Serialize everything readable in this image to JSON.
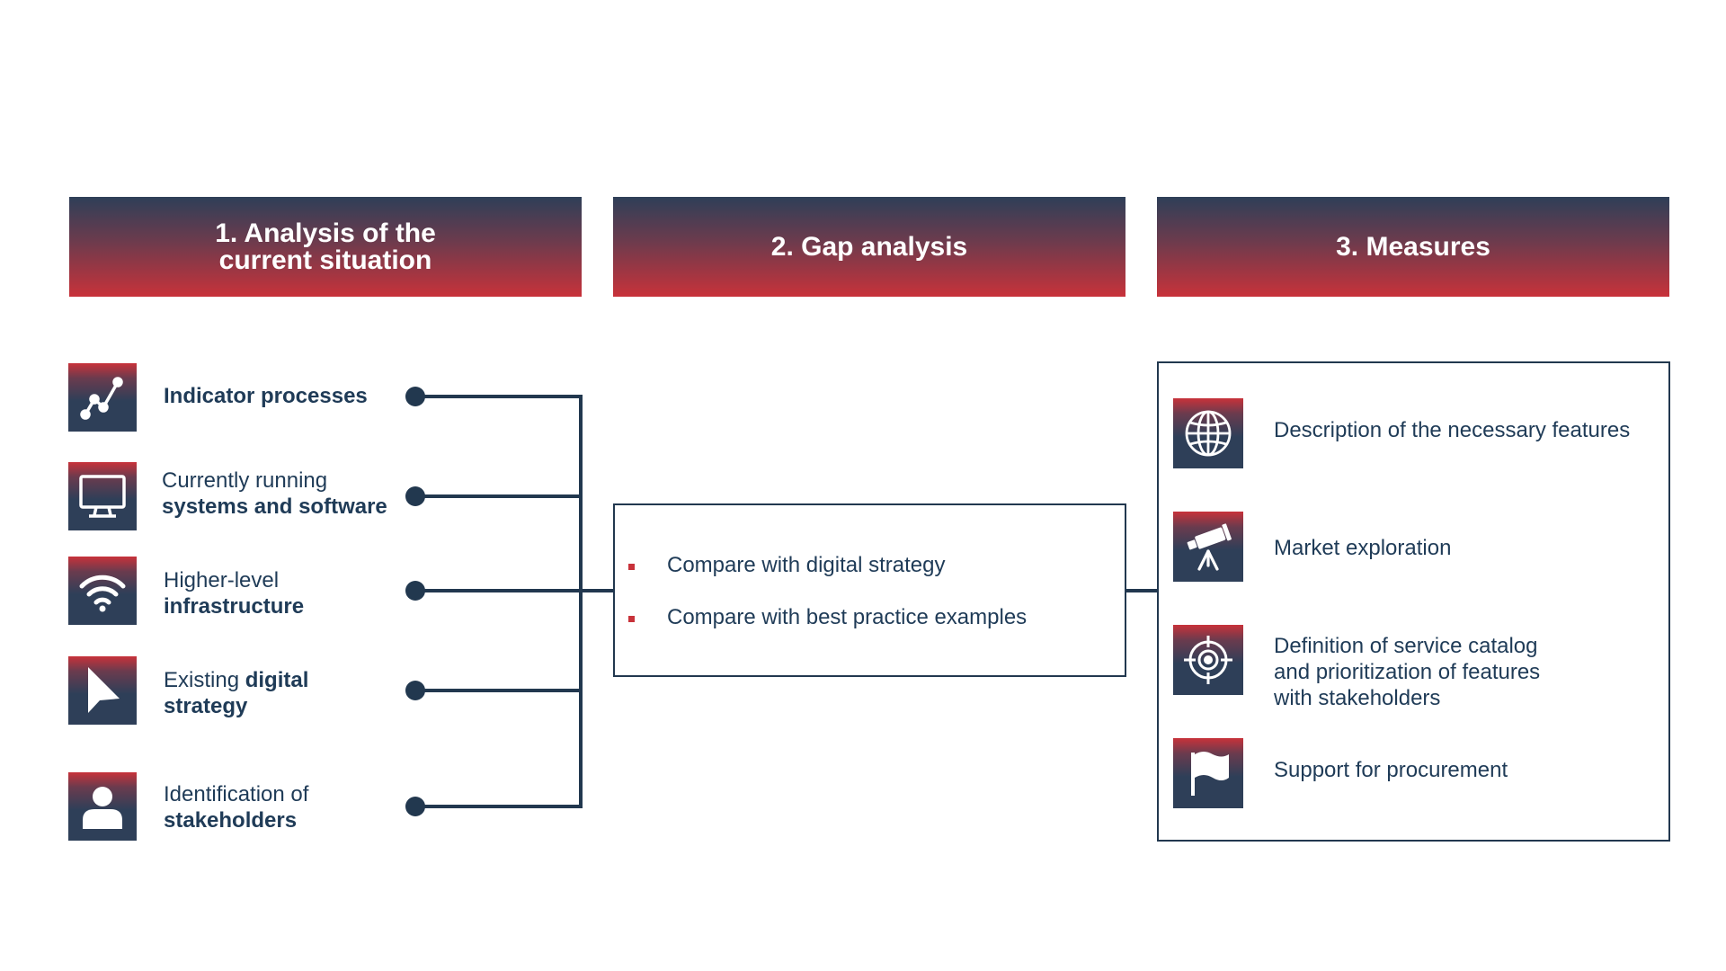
{
  "headers": {
    "analysis_line1": "1. Analysis of the",
    "analysis_line2": "current situation",
    "gap": "2. Gap analysis",
    "measures": "3. Measures"
  },
  "inputs": [
    {
      "icon": "line-chart-icon",
      "bold": "Indicator processes"
    },
    {
      "icon": "monitor-icon",
      "normal": "Currently running",
      "bold": "systems and software"
    },
    {
      "icon": "wifi-icon",
      "normal": "Higher-level",
      "bold": "infrastructure"
    },
    {
      "icon": "cursor-arrow-icon",
      "normal": "Existing ",
      "bold1": "digital",
      "bold2": "strategy"
    },
    {
      "icon": "person-icon",
      "normal": "Identification of",
      "bold": "stakeholders"
    }
  ],
  "gap_items": [
    "Compare with digital strategy",
    "Compare with best practice examples"
  ],
  "measures": [
    {
      "icon": "globe-icon",
      "lines": [
        "Description of the necessary features"
      ]
    },
    {
      "icon": "telescope-icon",
      "lines": [
        "Market exploration"
      ]
    },
    {
      "icon": "target-icon",
      "lines": [
        "Definition of service catalog",
        "and prioritization of features",
        "with stakeholders"
      ]
    },
    {
      "icon": "flag-icon",
      "lines": [
        "Support for procurement"
      ]
    }
  ],
  "colors": {
    "navy": "#2e3f58",
    "red": "#c8323a",
    "connector": "#22384f"
  }
}
